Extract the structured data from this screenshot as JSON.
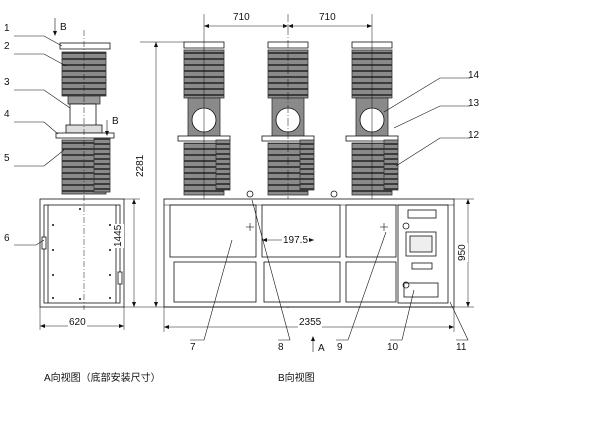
{
  "callouts": {
    "c1": "1",
    "c2": "2",
    "c3": "3",
    "c4": "4",
    "c5": "5",
    "c6": "6",
    "c7": "7",
    "c8": "8",
    "c9": "9",
    "c10": "10",
    "c11": "11",
    "c12": "12",
    "c13": "13",
    "c14": "14"
  },
  "view_markers": {
    "b_top": "B",
    "b_mid": "B",
    "a_bottom": "A"
  },
  "dimensions": {
    "spacing_left": "710",
    "spacing_right": "710",
    "total_height": "2281",
    "frame_height": "1445",
    "base_width_a": "620",
    "base_width_b": "2355",
    "bracket_height": "950",
    "center_offset": "197.5"
  },
  "captions": {
    "view_a": "A向视图（底部安装尺寸）",
    "view_b": "B向视图"
  }
}
